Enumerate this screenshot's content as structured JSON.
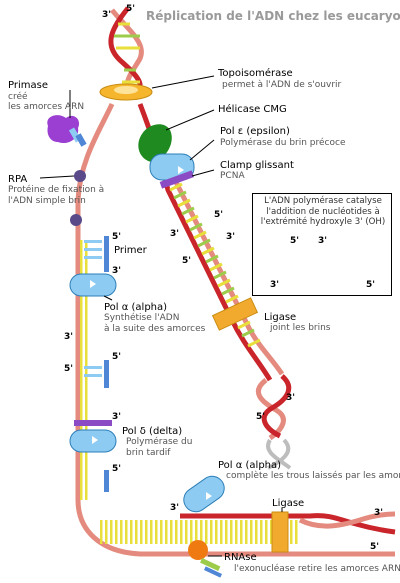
{
  "title": "Réplication de l'ADN chez les eucaryotes",
  "labels": {
    "topoisomerase": "Topoisomérase",
    "topoisomerase_desc": "permet à l'ADN de s'ouvrir",
    "primase": "Primase",
    "primase_desc1": "créé",
    "primase_desc2": "les amorces ARN",
    "helicase": "Hélicase CMG",
    "pol_epsilon": "Pol ε (epsilon)",
    "pol_epsilon_desc": "Polymérase du brin précoce",
    "clamp": "Clamp glissant",
    "clamp_desc": "PCNA",
    "rpa": "RPA",
    "rpa_desc1": "Protéine de fixation à",
    "rpa_desc2": "l'ADN simple brin",
    "primer": "Primer",
    "pol_alpha": "Pol α (alpha)",
    "pol_alpha_desc1": "Synthétise l'ADN",
    "pol_alpha_desc2": "à la suite des amorces",
    "ligase_upper": "Ligase",
    "ligase_upper_desc": "joint les brins",
    "pol_delta": "Pol δ (delta)",
    "pol_delta_desc1": "Polymérase du",
    "pol_delta_desc2": "brin tardif",
    "pol_alpha_2": "Pol α (alpha)",
    "pol_alpha_2_desc": "complète les trous laissés par les amorces",
    "ligase_lower": "Ligase",
    "rnase": "RNAse",
    "rnase_desc": "l'exonucléase retire les amorces ARN"
  },
  "inset": {
    "line1": "L'ADN polymérase catalyse",
    "line2": "l'addition de nucléotides à",
    "line3": "l'extrémité hydroxyle 3' (OH)",
    "end_tl": "5'",
    "end_tr": "3'",
    "end_bl": "3'",
    "end_br": "5'"
  },
  "ends": {
    "top_left": "3'",
    "top_right": "5'",
    "leading_a": "5'",
    "leading_b": "3'",
    "leading_c": "3'",
    "leading_d": "5'",
    "strand_right_3": "3'",
    "strand_right_5": "5'",
    "lag1_5": "5'",
    "lag1_3": "3'",
    "lag_left_3": "3'",
    "lag_left_5": "5'",
    "lag2_5": "5'",
    "lag2_3": "3'",
    "lag3_5": "5'",
    "bottom_3": "3'",
    "bottom_right_3": "3'",
    "bottom_right_5": "5'"
  },
  "colors": {
    "backbone_red": "#c9252b",
    "backbone_pink": "#e48a7e",
    "base_yellow": "#e8df3a",
    "base_green": "#9ccc4a",
    "topoisomerase": "#f5b52c",
    "primase": "#9a3fd1",
    "helicase": "#1f8a1f",
    "polymerase": "#8ecbf2",
    "clamp": "#8a4bc4",
    "ligase": "#f2aa2e",
    "rnase": "#f07a12",
    "primer_blue": "#4f86d6",
    "rpa": "#5a4a8a"
  }
}
